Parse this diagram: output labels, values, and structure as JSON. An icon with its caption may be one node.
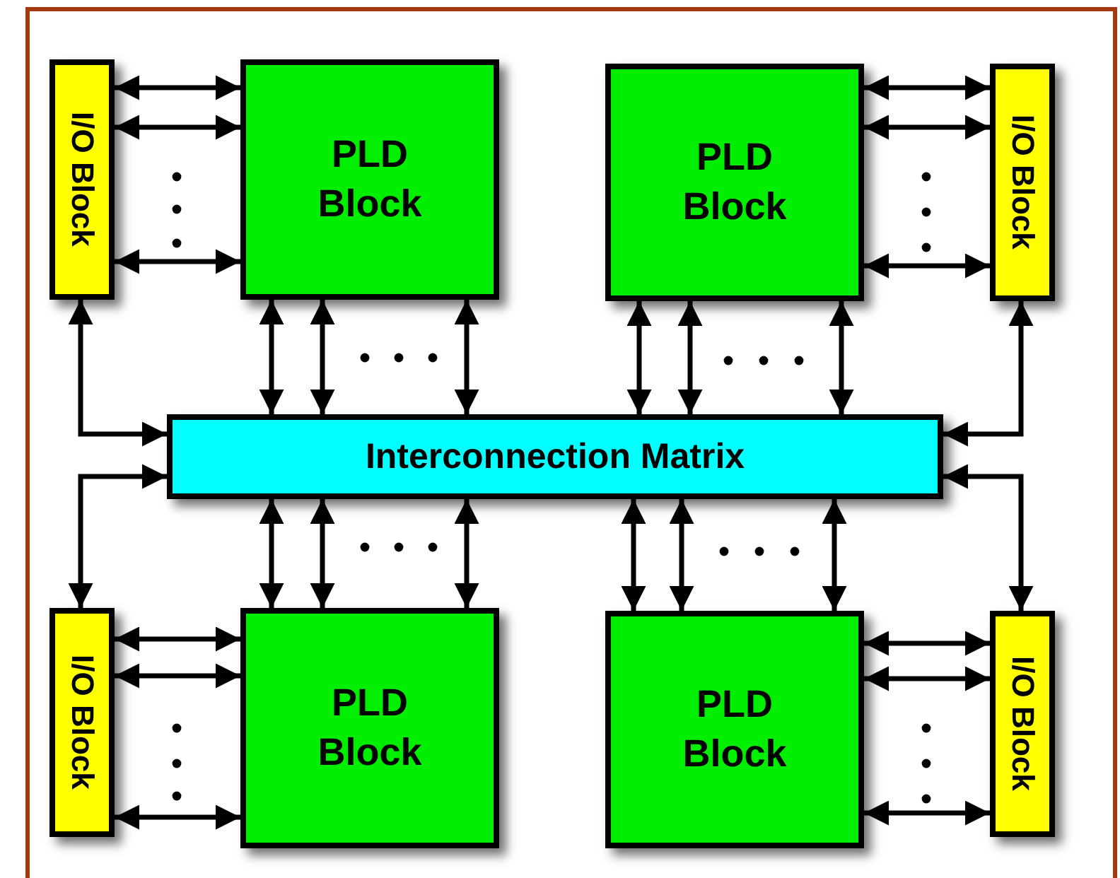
{
  "diagram": {
    "nodes": [
      {
        "text": [
          "I/O Block"
        ]
      },
      {
        "text": [
          "PLD Block"
        ]
      },
      {
        "text": [
          "PLD Block"
        ]
      },
      {
        "text": [
          "I/O Block"
        ]
      },
      {
        "text": [
          "Interconnection Matrix"
        ]
      },
      {
        "text": [
          "I/O Block"
        ]
      },
      {
        "text": [
          "PLD Block"
        ]
      },
      {
        "text": [
          "PLD Block"
        ]
      },
      {
        "text": [
          "I/O Block"
        ]
      }
    ],
    "edges": [
      {
        "from": 0,
        "to": 1,
        "arrow": "both"
      },
      {
        "from": 0,
        "to": 1,
        "arrow": "both"
      },
      {
        "from": 0,
        "to": 1,
        "arrow": "both"
      },
      {
        "from": 1,
        "to": 4,
        "arrow": "both"
      },
      {
        "from": 1,
        "to": 4,
        "arrow": "both"
      },
      {
        "from": 1,
        "to": 4,
        "arrow": "both"
      },
      {
        "from": 0,
        "to": 4,
        "arrow": "both"
      },
      {
        "from": 2,
        "to": 3,
        "arrow": "both"
      },
      {
        "from": 2,
        "to": 3,
        "arrow": "both"
      },
      {
        "from": 2,
        "to": 3,
        "arrow": "both"
      },
      {
        "from": 2,
        "to": 4,
        "arrow": "both"
      },
      {
        "from": 2,
        "to": 4,
        "arrow": "both"
      },
      {
        "from": 2,
        "to": 4,
        "arrow": "both"
      },
      {
        "from": 3,
        "to": 4,
        "arrow": "both"
      },
      {
        "from": 5,
        "to": 6,
        "arrow": "both"
      },
      {
        "from": 5,
        "to": 6,
        "arrow": "both"
      },
      {
        "from": 5,
        "to": 6,
        "arrow": "both"
      },
      {
        "from": 6,
        "to": 4,
        "arrow": "both"
      },
      {
        "from": 6,
        "to": 4,
        "arrow": "both"
      },
      {
        "from": 6,
        "to": 4,
        "arrow": "both"
      },
      {
        "from": 5,
        "to": 4,
        "arrow": "both"
      },
      {
        "from": 7,
        "to": 8,
        "arrow": "both"
      },
      {
        "from": 7,
        "to": 8,
        "arrow": "both"
      },
      {
        "from": 7,
        "to": 8,
        "arrow": "both"
      },
      {
        "from": 7,
        "to": 4,
        "arrow": "both"
      },
      {
        "from": 7,
        "to": 4,
        "arrow": "both"
      },
      {
        "from": 7,
        "to": 4,
        "arrow": "both"
      },
      {
        "from": 8,
        "to": 4,
        "arrow": "both"
      }
    ]
  }
}
